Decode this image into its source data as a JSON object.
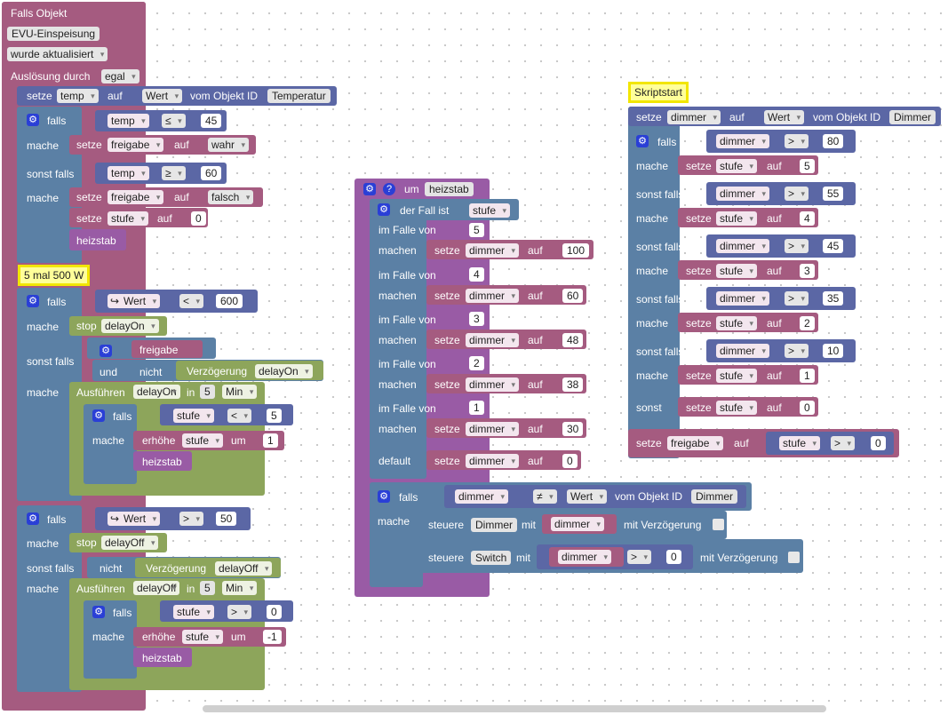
{
  "trigger": {
    "title": "Falls Objekt",
    "object": "EVU-Einspeisung",
    "event": "wurde aktualisiert",
    "ausloesung_label": "Auslösung durch",
    "ausloesung_value": "egal"
  },
  "common": {
    "setze": "setze",
    "auf": "auf",
    "wert": "Wert",
    "vom_objekt": "vom Objekt ID",
    "falls": "falls",
    "mache": "mache",
    "sonst_falls": "sonst falls",
    "sonst": "sonst",
    "stop": "stop",
    "und": "und",
    "nicht": "nicht",
    "verzoegerung": "Verzögerung",
    "ausfuehren": "Ausführen",
    "in": "in",
    "min": "Min",
    "erhoehe": "erhöhe",
    "um": "um",
    "heizstab": "heizstab",
    "machen": "machen",
    "im_falle_von": "im Falle von",
    "default": "default",
    "steuere": "steuere",
    "mit": "mit",
    "mit_verz": "mit Verzögerung"
  },
  "vars": {
    "temp": "temp",
    "freigabe": "freigabe",
    "stufe": "stufe",
    "dimmer": "dimmer",
    "delayOn": "delayOn",
    "delayOff": "delayOff"
  },
  "objects": {
    "temperatur": "Temperatur",
    "dimmer": "Dimmer",
    "switch": "Switch"
  },
  "ops": {
    "le": "≤",
    "ge": "≥",
    "lt": "<",
    "gt": ">",
    "ne": "≠"
  },
  "values": {
    "v45": "45",
    "v60": "60",
    "wahr": "wahr",
    "falsch": "falsch",
    "v0": "0",
    "v600": "600",
    "v5": "5",
    "v1": "1",
    "v50": "50",
    "vm1": "-1",
    "v100": "100",
    "v48": "48",
    "v38": "38",
    "v30": "30",
    "v4": "4",
    "v3": "3",
    "v2": "2",
    "v80": "80",
    "v55": "55",
    "v35": "35",
    "v10": "10"
  },
  "comments": {
    "five_times": "5 mal 500 W",
    "skriptstart": "Skriptstart"
  },
  "func": {
    "um": "um",
    "name": "heizstab",
    "der_fall_ist": "der Fall ist"
  },
  "icons": {
    "gear": "⚙",
    "help": "?",
    "arrow": "↪"
  }
}
